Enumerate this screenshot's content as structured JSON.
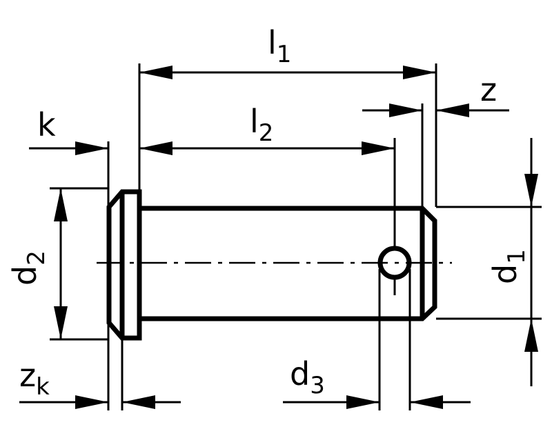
{
  "labels": {
    "l1": {
      "main": "l",
      "sub": "1"
    },
    "l2": {
      "main": "l",
      "sub": "2"
    },
    "k": {
      "main": "k",
      "sub": ""
    },
    "z": {
      "main": "z",
      "sub": ""
    },
    "d1": {
      "main": "d",
      "sub": "1"
    },
    "d2": {
      "main": "d",
      "sub": "2"
    },
    "d3": {
      "main": "d",
      "sub": "3"
    },
    "zk": {
      "main": "z",
      "sub": "k"
    }
  },
  "colors": {
    "ink": "#000000",
    "background": "#ffffff"
  }
}
